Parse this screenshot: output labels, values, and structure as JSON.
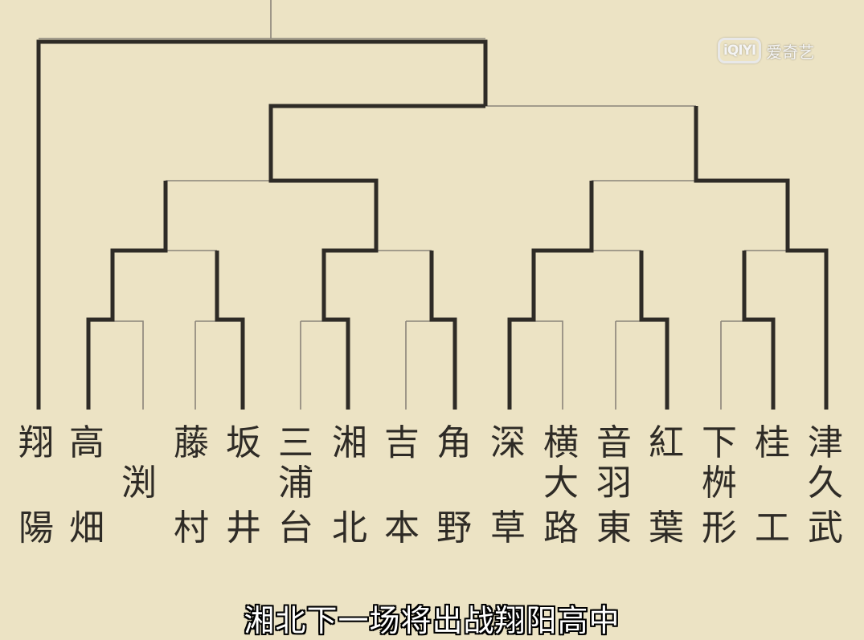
{
  "watermark": {
    "logo": "iQIYI",
    "text": "爱奇艺"
  },
  "subtitle": "湘北下一场将出战翔阳高中",
  "colors": {
    "background": "#ece3c4",
    "line": "#2e2b26",
    "thin_line": "#8a847a"
  },
  "teams": [
    {
      "name": "翔陽",
      "chars": [
        "翔",
        "",
        "陽"
      ]
    },
    {
      "name": "高畑",
      "chars": [
        "高",
        "",
        "畑"
      ]
    },
    {
      "name": "渕",
      "chars": [
        "",
        "渕",
        ""
      ]
    },
    {
      "name": "藤村",
      "chars": [
        "藤",
        "",
        "村"
      ]
    },
    {
      "name": "坂井",
      "chars": [
        "坂",
        "",
        "井"
      ]
    },
    {
      "name": "三浦台",
      "chars": [
        "三",
        "浦",
        "台"
      ]
    },
    {
      "name": "湘北",
      "chars": [
        "湘",
        "",
        "北"
      ]
    },
    {
      "name": "吉本",
      "chars": [
        "吉",
        "",
        "本"
      ]
    },
    {
      "name": "角野",
      "chars": [
        "角",
        "",
        "野"
      ]
    },
    {
      "name": "深草",
      "chars": [
        "深",
        "",
        "草"
      ]
    },
    {
      "name": "横大路",
      "chars": [
        "横",
        "大",
        "路"
      ]
    },
    {
      "name": "音羽東",
      "chars": [
        "音",
        "羽",
        "東"
      ]
    },
    {
      "name": "紅葉",
      "chars": [
        "紅",
        "",
        "葉"
      ]
    },
    {
      "name": "下桝形",
      "chars": [
        "下",
        "桝",
        "形"
      ]
    },
    {
      "name": "桂工",
      "chars": [
        "桂",
        "",
        "工"
      ]
    },
    {
      "name": "津久武",
      "chars": [
        "津",
        "久",
        "武"
      ]
    }
  ]
}
